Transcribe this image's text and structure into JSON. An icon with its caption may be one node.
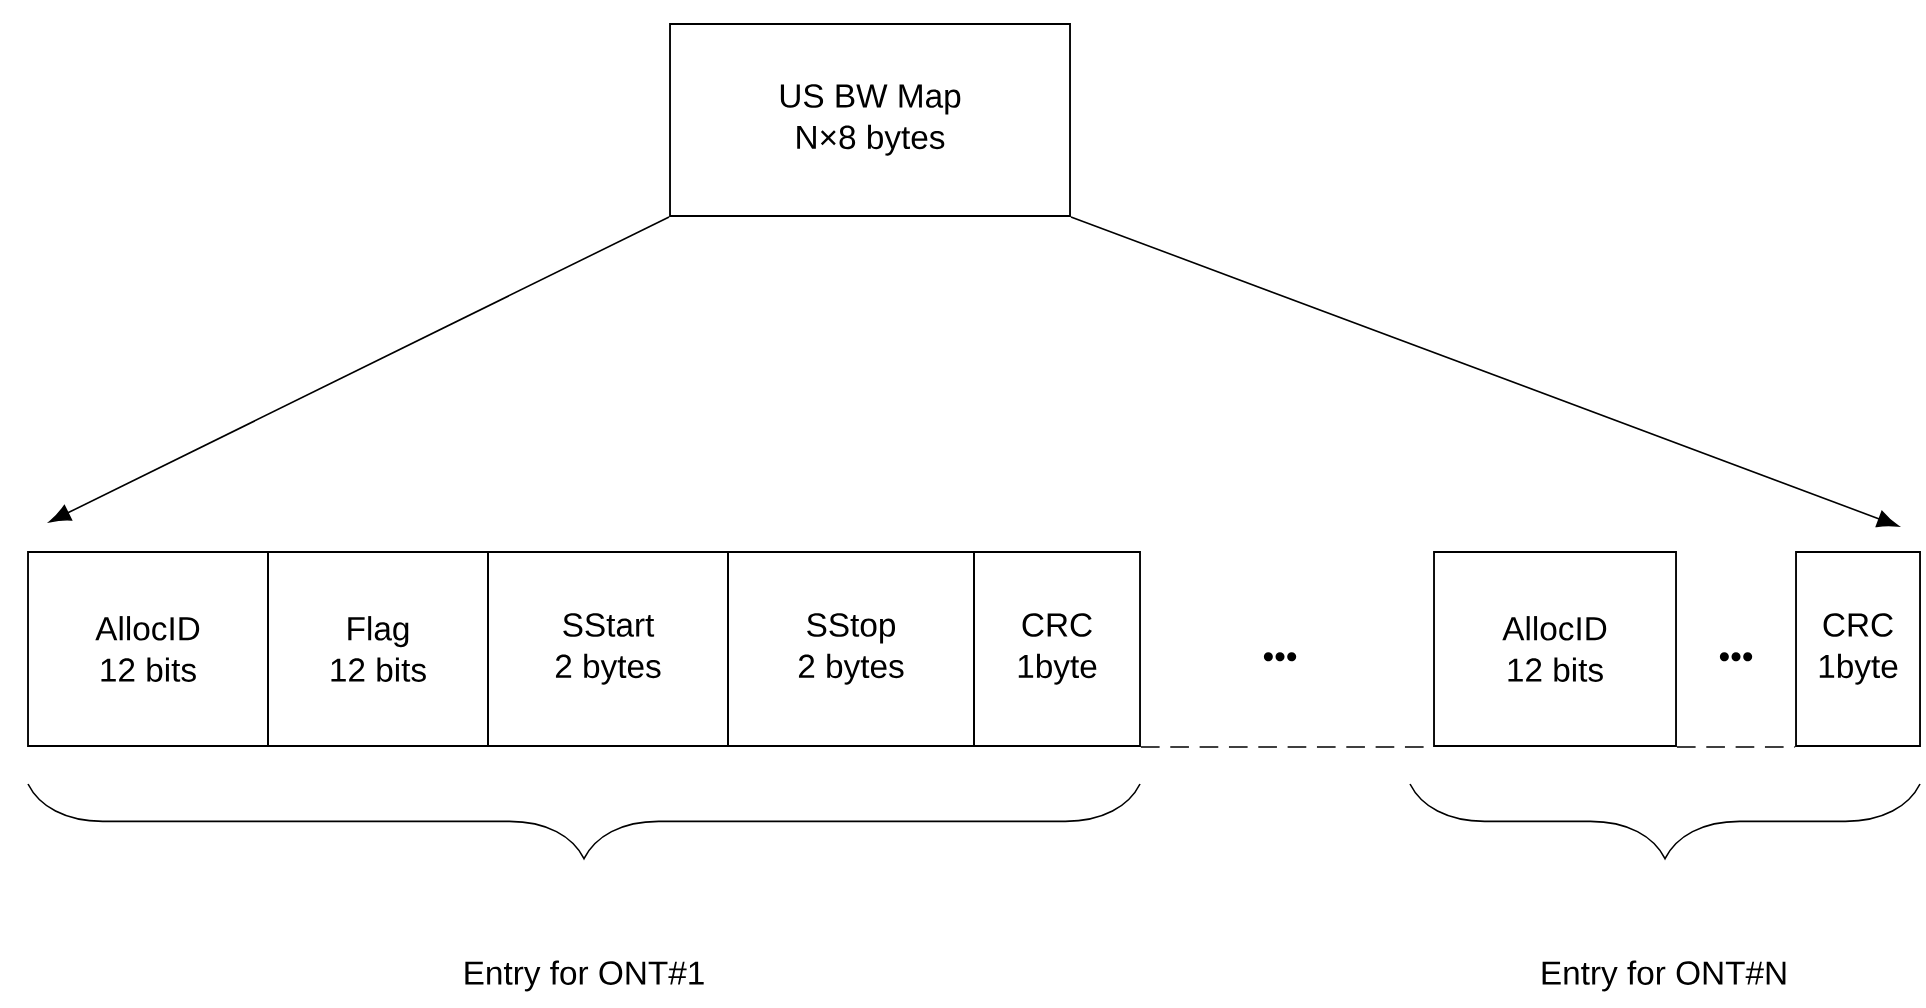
{
  "diagram": {
    "nodes": [
      {
        "text": [
          "US BW Map",
          "N×8 bytes"
        ]
      },
      {
        "text": [
          "AllocID",
          "12 bits"
        ]
      },
      {
        "text": [
          "Flag",
          "12 bits"
        ]
      },
      {
        "text": [
          "SStart",
          "2 bytes"
        ]
      },
      {
        "text": [
          "SStop",
          "2 bytes"
        ]
      },
      {
        "text": [
          "CRC",
          "1byte"
        ]
      },
      {
        "text": [
          "AllocID",
          "12 bits"
        ]
      },
      {
        "text": [
          "CRC",
          "1byte"
        ]
      }
    ],
    "edges": [
      {
        "from": 0,
        "to": 1,
        "arrow": "to"
      },
      {
        "from": 0,
        "to": 7,
        "arrow": "to"
      },
      {
        "from": 5,
        "to": 6,
        "arrow": "none",
        "style": "dashed"
      },
      {
        "from": 6,
        "to": 7,
        "arrow": "none",
        "style": "dashed"
      }
    ],
    "labels": [
      "•••",
      "•••",
      "Entry for ONT#1",
      "Entry for ONT#N"
    ]
  }
}
